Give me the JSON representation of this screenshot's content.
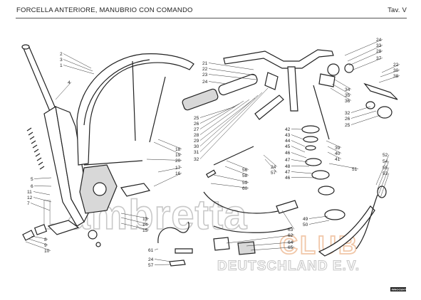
{
  "header": {
    "title": "FORCELLA ANTERIORE, MANUBRIO CON COMANDO",
    "plate": "Tav. V"
  },
  "watermark": {
    "word1": "Lambretta",
    "word2": "CLUB",
    "word3": "DEUTSCHLAND E.V."
  },
  "logo": {
    "text": "INNOCENTI"
  },
  "callouts": [
    "2",
    "3",
    "1",
    "4",
    "5",
    "6",
    "11",
    "12",
    "7",
    "8",
    "9",
    "10",
    "18",
    "19",
    "20",
    "17",
    "16",
    "13",
    "14",
    "15",
    "61",
    "24",
    "57",
    "21",
    "22",
    "23",
    "24",
    "25",
    "26",
    "27",
    "28",
    "29",
    "30",
    "31",
    "32",
    "24",
    "33",
    "28",
    "37",
    "22",
    "30",
    "38",
    "34",
    "35",
    "36",
    "32",
    "26",
    "25",
    "42",
    "43",
    "44",
    "45",
    "46",
    "47",
    "48",
    "47",
    "46",
    "39",
    "40",
    "41",
    "51",
    "56",
    "58",
    "59",
    "60",
    "24",
    "57",
    "52",
    "54",
    "55",
    "53",
    "49",
    "50",
    "63",
    "62",
    "64",
    "65"
  ]
}
